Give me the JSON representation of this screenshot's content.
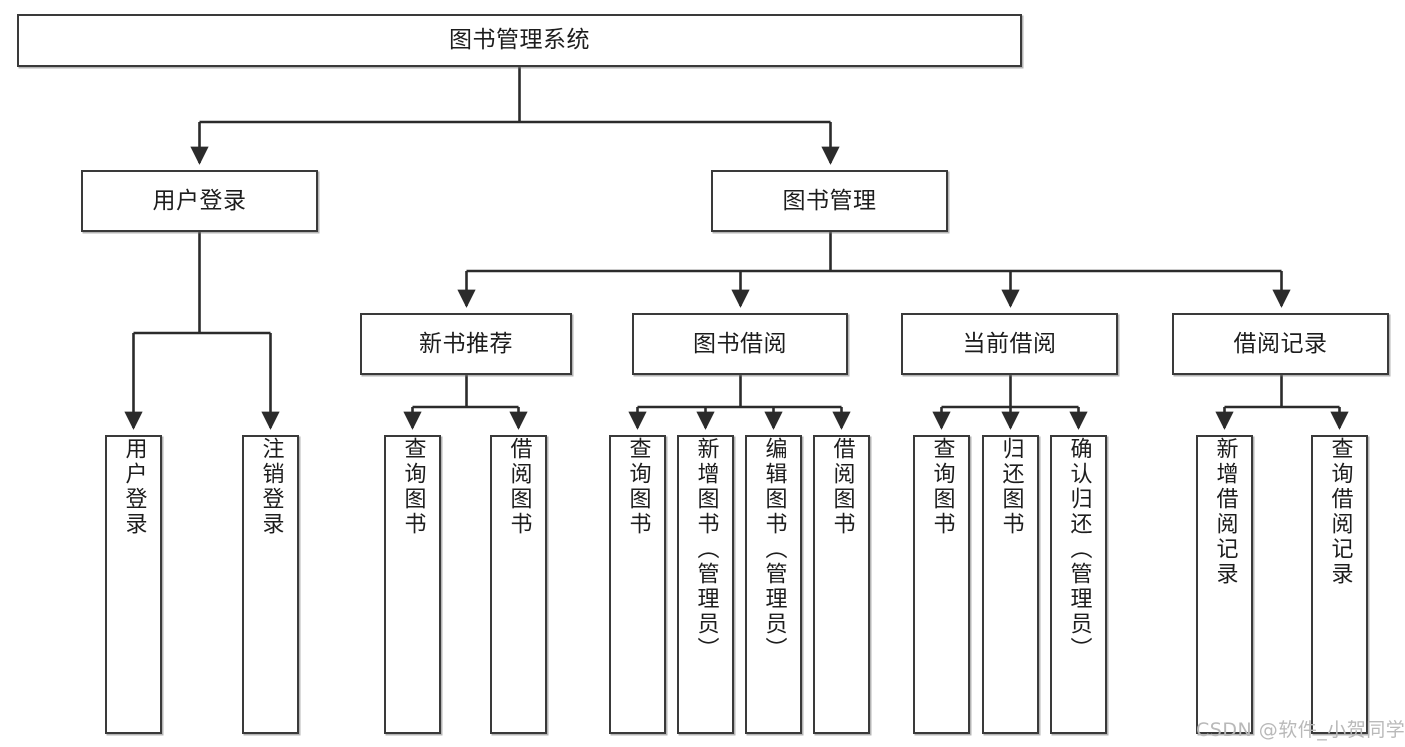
{
  "diagram": {
    "title": "图书管理系统",
    "type": "tree-hierarchy",
    "orientation": "top-down",
    "colors": {
      "box_border": "#3a3a3a",
      "box_fill": "#ffffff",
      "connector": "#2b2b2b",
      "text": "#1d1d1d",
      "watermark": "#b9b9b9"
    },
    "root": {
      "label": "图书管理系统"
    },
    "level2": [
      {
        "label": "用户登录"
      },
      {
        "label": "图书管理"
      }
    ],
    "level3": [
      {
        "label": "新书推荐"
      },
      {
        "label": "图书借阅"
      },
      {
        "label": "当前借阅"
      },
      {
        "label": "借阅记录"
      }
    ],
    "leaves": {
      "user_login": [
        {
          "label": "用户登录"
        },
        {
          "label": "注销登录"
        }
      ],
      "new_book": [
        {
          "label": "查询图书"
        },
        {
          "label": "借阅图书"
        }
      ],
      "book_borrow": [
        {
          "label": "查询图书"
        },
        {
          "label": "新增图书（管理员）"
        },
        {
          "label": "编辑图书（管理员）"
        },
        {
          "label": "借阅图书"
        }
      ],
      "current_borrow": [
        {
          "label": "查询图书"
        },
        {
          "label": "归还图书"
        },
        {
          "label": "确认归还（管理员）"
        }
      ],
      "borrow_record": [
        {
          "label": "新增借阅记录"
        },
        {
          "label": "查询借阅记录"
        }
      ]
    }
  },
  "watermark": {
    "text": "CSDN @软件_小贺同学"
  }
}
